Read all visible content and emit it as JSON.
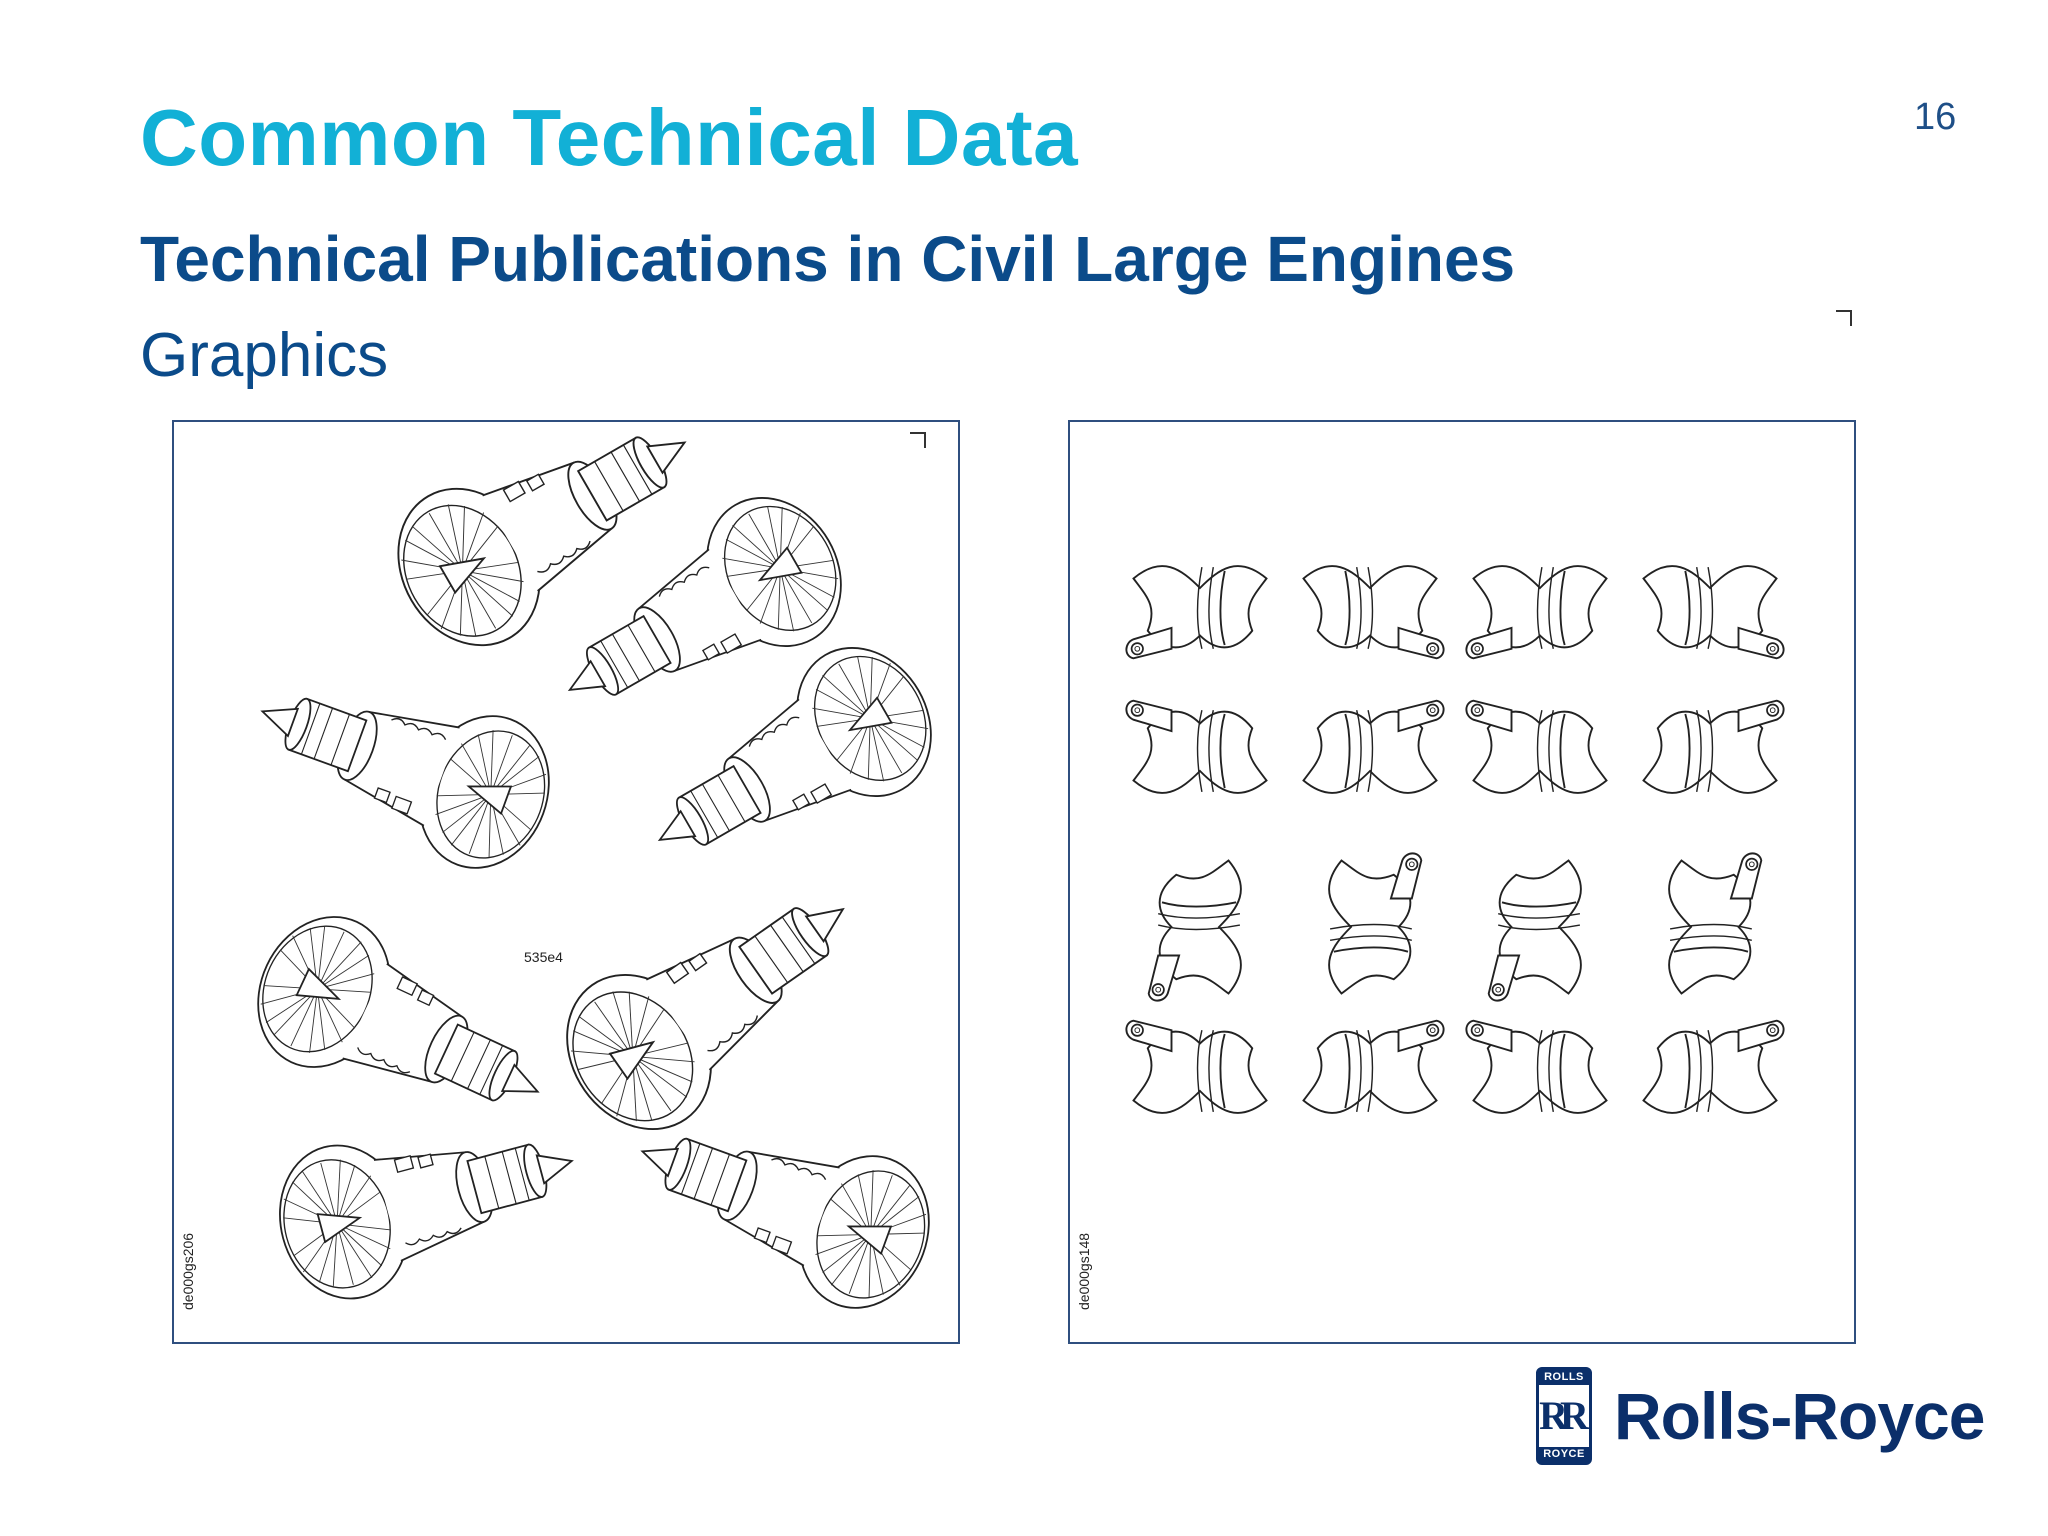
{
  "slide": {
    "title": "Common Technical Data",
    "subtitle": "Technical Publications in Civil Large Engines",
    "section": "Graphics",
    "page_number": "16"
  },
  "panels": [
    {
      "figure_id": "de000gs206",
      "center_label": "535e4",
      "content": "engine-illustrations"
    },
    {
      "figure_id": "de000gs148",
      "content": "bracket-clip-illustrations"
    }
  ],
  "logo": {
    "badge_top": "ROLLS",
    "badge_monogram": "RR",
    "badge_bottom": "ROYCE",
    "brand": "Rolls-Royce"
  },
  "colors": {
    "title": "#12b0d6",
    "subtitle": "#0b4b8a",
    "brand": "#0b2f6a",
    "panel_border": "#2f4f7f"
  }
}
